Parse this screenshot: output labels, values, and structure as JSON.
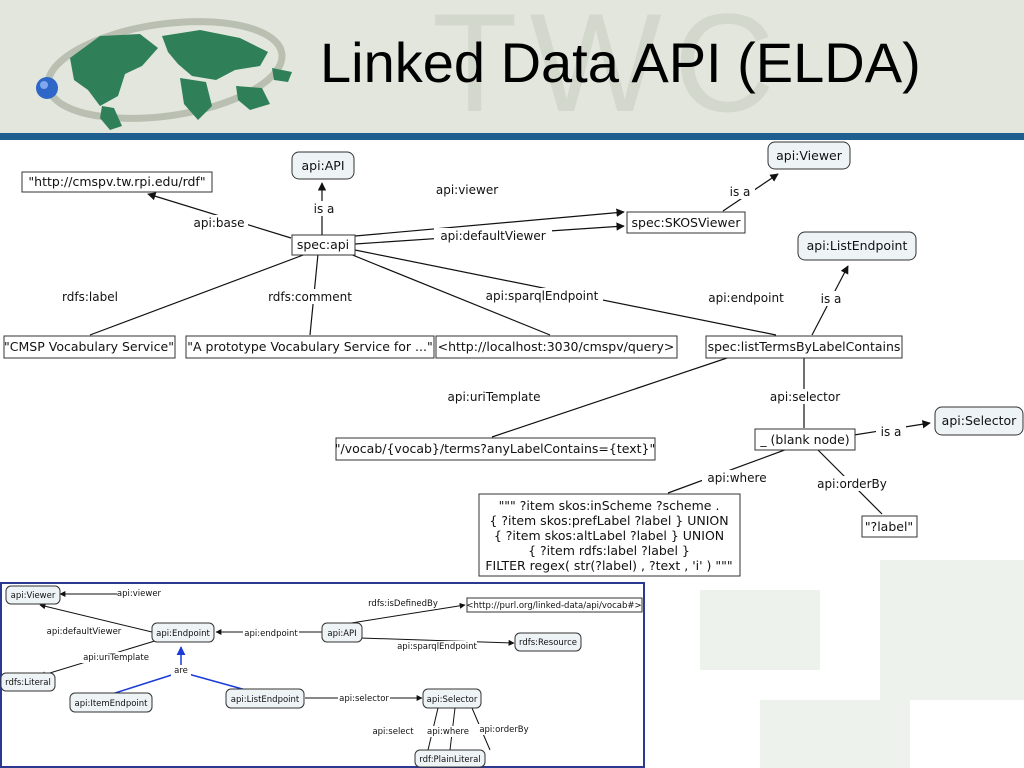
{
  "header": {
    "title": "Linked Data API (ELDA)",
    "watermark": "TWC"
  },
  "colors": {
    "header_bg": "#e2e6dd",
    "header_bar": "#1f5f8f",
    "inset_border": "#2b3990",
    "class_node_fill": "#eef3f6",
    "inset_blue_arrow": "#1a3bd8"
  },
  "main_diagram": {
    "nodes": {
      "api_api": "api:API",
      "api_viewer": "api:Viewer",
      "base_url": "\"http://cmspv.tw.rpi.edu/rdf\"",
      "spec_skos": "spec:SKOSViewer",
      "spec_api": "spec:api",
      "list_endpoint": "api:ListEndpoint",
      "cmsp_label": "\"CMSP Vocabulary Service\"",
      "comment_val": "\"A prototype Vocabulary Service for ...\"",
      "sparql_val": "<http://localhost:3030/cmspv/query>",
      "spec_list": "spec:listTermsByLabelContains",
      "uri_val": "\"/vocab/{vocab}/terms?anyLabelContains={text}\"",
      "blank_node": "_ (blank node)",
      "api_selector": "api:Selector",
      "orderby_val": "\"?label\"",
      "where_lines": [
        "\"\"\" ?item skos:inScheme ?scheme .",
        "{ ?item skos:prefLabel ?label } UNION",
        "{ ?item skos:altLabel ?label } UNION",
        "{ ?item rdfs:label ?label }",
        "FILTER regex( str(?label) , ?text , 'i' ) \"\"\""
      ]
    },
    "edges": {
      "isa1": "is a",
      "base": "api:base",
      "viewer": "api:viewer",
      "isa2": "is a",
      "default_viewer": "api:defaultViewer",
      "rdfs_label": "rdfs:label",
      "rdfs_comment": "rdfs:comment",
      "sparql": "api:sparqlEndpoint",
      "endpoint": "api:endpoint",
      "isa3": "is a",
      "uri_template": "api:uriTemplate",
      "selector": "api:selector",
      "isa4": "is a",
      "where": "api:where",
      "order_by": "api:orderBy"
    }
  },
  "inset_diagram": {
    "nodes": {
      "viewer": "api:Viewer",
      "endpoint": "api:Endpoint",
      "api": "api:API",
      "vocab": "<http://purl.org/linked-data/api/vocab#>",
      "resource": "rdfs:Resource",
      "literal": "rdfs:Literal",
      "item_endpoint": "api:ItemEndpoint",
      "list_endpoint": "api:ListEndpoint",
      "selector": "api:Selector",
      "plain_literal": "rdf:PlainLiteral"
    },
    "edges": {
      "viewer": "api:viewer",
      "default_viewer": "api:defaultViewer",
      "uri_template": "api:uriTemplate",
      "are": "are",
      "endpoint": "api:endpoint",
      "defined_by": "rdfs:isDefinedBy",
      "sparql": "api:sparqlEndpoint",
      "selector": "api:selector",
      "select": "api:select",
      "where": "api:where",
      "order_by": "api:orderBy"
    }
  }
}
